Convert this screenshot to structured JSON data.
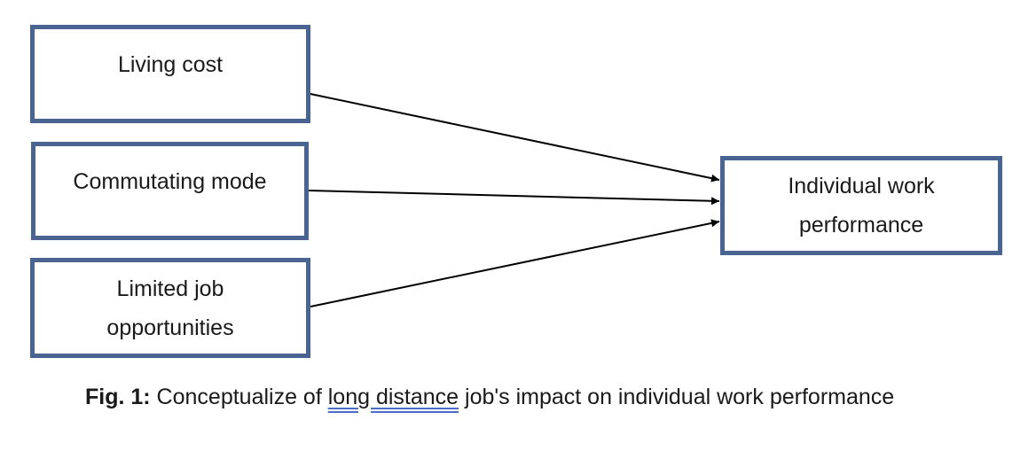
{
  "diagram": {
    "nodes": [
      {
        "id": "living-cost",
        "label": "Living cost"
      },
      {
        "id": "commuting-mode",
        "label": "Commutating mode"
      },
      {
        "id": "limited-jobs",
        "label": "Limited job\nopportunities"
      },
      {
        "id": "performance",
        "label": "Individual work\nperformance"
      }
    ],
    "edges": [
      {
        "from": "living-cost",
        "to": "performance"
      },
      {
        "from": "commuting-mode",
        "to": "performance"
      },
      {
        "from": "limited-jobs",
        "to": "performance"
      }
    ],
    "border_color": "#4a6492",
    "arrow_color": "#000000"
  },
  "caption": {
    "label": "Fig. 1:",
    "text_before": " Conceptualize of ",
    "underlined": "long distance",
    "text_after": " job's impact on individual work performance"
  }
}
